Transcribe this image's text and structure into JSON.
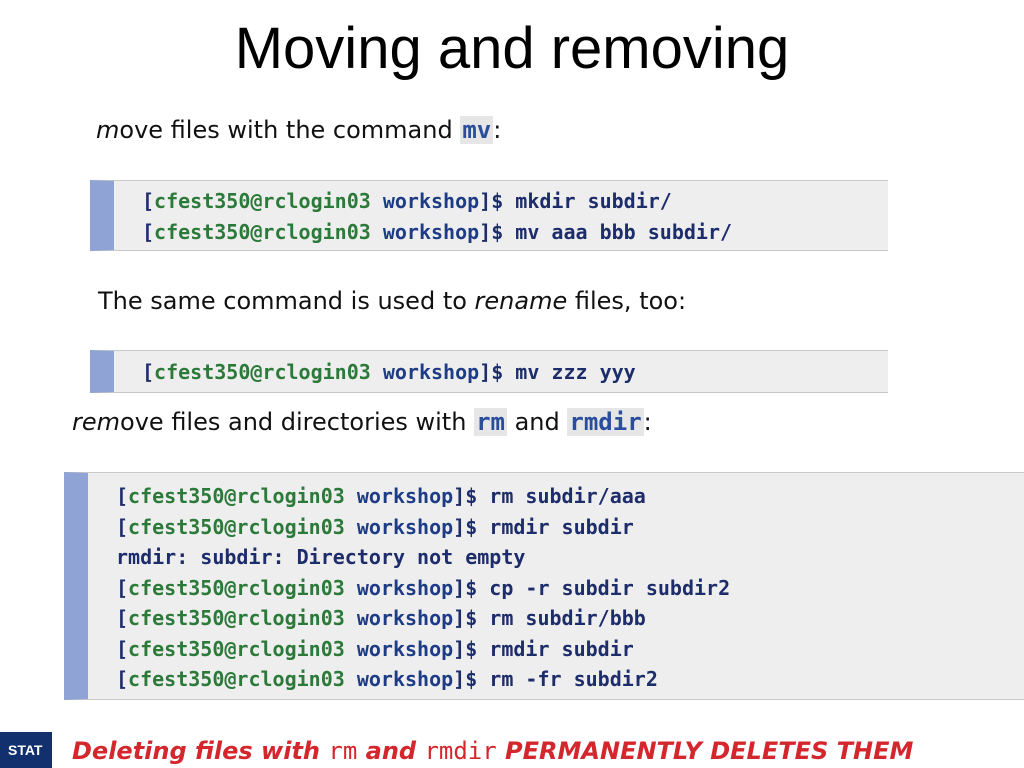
{
  "slide": {
    "title": "Moving and removing"
  },
  "section_move": {
    "intro_italic": "m",
    "intro_italic2": "ove",
    "intro_rest": " files with the command ",
    "command": "mv",
    "colon": ":"
  },
  "terminal_1": {
    "lines": [
      {
        "open": "[",
        "userhost": "cfest350@rclogin03",
        "dir": " workshop",
        "close": "]$ ",
        "cmd": "mkdir subdir/"
      },
      {
        "open": "[",
        "userhost": "cfest350@rclogin03",
        "dir": " workshop",
        "close": "]$ ",
        "cmd": "mv aaa bbb subdir/"
      }
    ]
  },
  "section_rename": {
    "text_before": "The same command is used to ",
    "italic_word": "rename",
    "text_after": " files, too:"
  },
  "terminal_2": {
    "lines": [
      {
        "open": "[",
        "userhost": "cfest350@rclogin03",
        "dir": " workshop",
        "close": "]$ ",
        "cmd": "mv zzz yyy"
      }
    ]
  },
  "section_remove": {
    "italic_a": "re",
    "italic_b": "m",
    "rest_1": "ove files and directories with ",
    "command_rm": "rm",
    "and": " and ",
    "command_rmdir": "rmdir",
    "colon": ":"
  },
  "terminal_3": {
    "lines": [
      {
        "open": "[",
        "userhost": "cfest350@rclogin03",
        "dir": " workshop",
        "close": "]$ ",
        "cmd": "rm subdir/aaa"
      },
      {
        "open": "[",
        "userhost": "cfest350@rclogin03",
        "dir": " workshop",
        "close": "]$ ",
        "cmd": "rmdir subdir"
      },
      {
        "output": "rmdir: subdir: Directory not empty"
      },
      {
        "open": "[",
        "userhost": "cfest350@rclogin03",
        "dir": " workshop",
        "close": "]$ ",
        "cmd": "cp -r subdir subdir2"
      },
      {
        "open": "[",
        "userhost": "cfest350@rclogin03",
        "dir": " workshop",
        "close": "]$ ",
        "cmd": "rm subdir/bbb"
      },
      {
        "open": "[",
        "userhost": "cfest350@rclogin03",
        "dir": " workshop",
        "close": "]$ ",
        "cmd": "rmdir subdir"
      },
      {
        "open": "[",
        "userhost": "cfest350@rclogin03",
        "dir": " workshop",
        "close": "]$ ",
        "cmd": "rm -fr subdir2"
      }
    ]
  },
  "footer": {
    "badge": "STAT",
    "warning_1": "Deleting files with ",
    "warning_rm": "rm",
    "warning_2": " and ",
    "warning_rmdir": "rmdir",
    "warning_3": " PERMANENTLY DELETES THEM"
  },
  "colors": {
    "terminal_bg": "#eeeeee",
    "terminal_bar": "#8fa4d4",
    "prompt_userhost": "#2c7a3a",
    "command_text": "#1d2c6b",
    "warning": "#d4272d",
    "badge_bg": "#12306e"
  }
}
